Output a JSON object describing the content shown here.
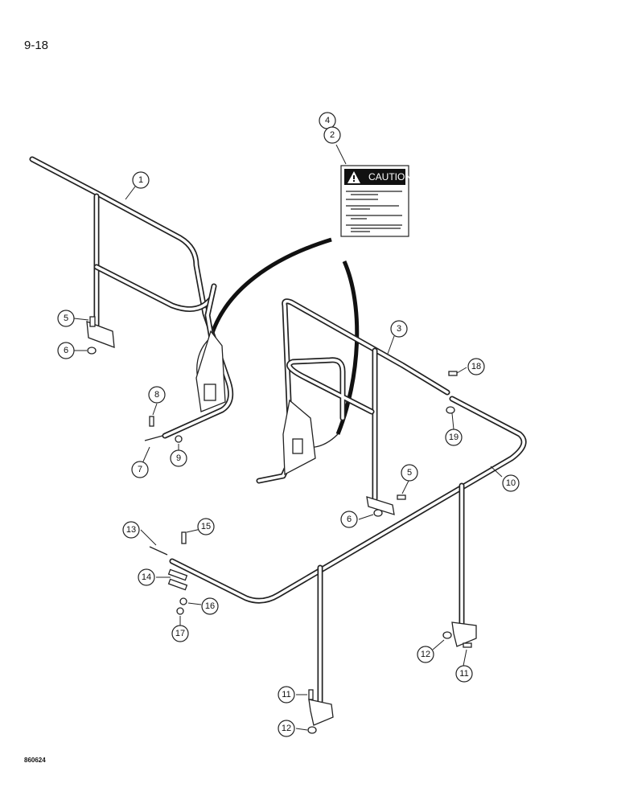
{
  "page": {
    "number": "9-18",
    "figure_code": "860624"
  },
  "decal": {
    "title": "CAUTION",
    "item_numbers": [
      "4",
      "2"
    ]
  },
  "callouts": {
    "c1": "1",
    "c2": "2",
    "c3": "3",
    "c4": "4",
    "c5a": "5",
    "c5b": "5",
    "c6a": "6",
    "c6b": "6",
    "c7": "7",
    "c8": "8",
    "c9": "9",
    "c10": "10",
    "c11a": "11",
    "c11b": "11",
    "c12a": "12",
    "c12b": "12",
    "c13": "13",
    "c14": "14",
    "c15": "15",
    "c16": "16",
    "c17": "17",
    "c18": "18",
    "c19": "19"
  },
  "icons": {
    "warning": "warning-triangle-icon"
  }
}
